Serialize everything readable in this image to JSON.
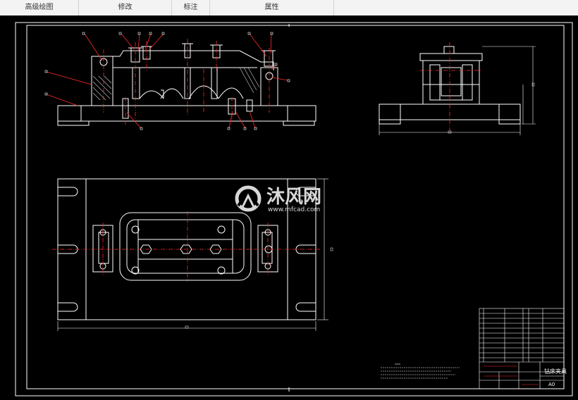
{
  "ribbon": {
    "tabs": [
      {
        "label": "高级绘图"
      },
      {
        "label": "修改"
      },
      {
        "label": "标注"
      },
      {
        "label": "属性"
      }
    ]
  },
  "watermark": {
    "brand": "沐风网",
    "url": "www.mfcad.com"
  },
  "title_block": {
    "drawing_name": "钻床夹具",
    "sheet_size": "A0"
  },
  "colors": {
    "background": "#000000",
    "lines": "#ffffff",
    "center_lines": "#ff2a2a",
    "watermark": "#d8d8d8"
  }
}
